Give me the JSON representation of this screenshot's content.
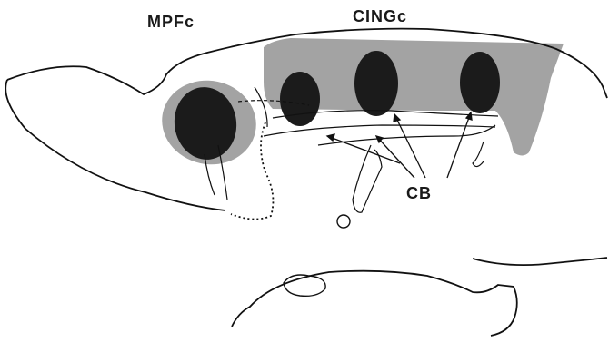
{
  "labels": {
    "mpfc": "MPFc",
    "cingc": "CINGc",
    "cb": "CB"
  },
  "colors": {
    "region_fill": "#a3a3a3",
    "lesion_fill": "#1b1b1b",
    "outline": "#111111",
    "background": "#ffffff"
  }
}
